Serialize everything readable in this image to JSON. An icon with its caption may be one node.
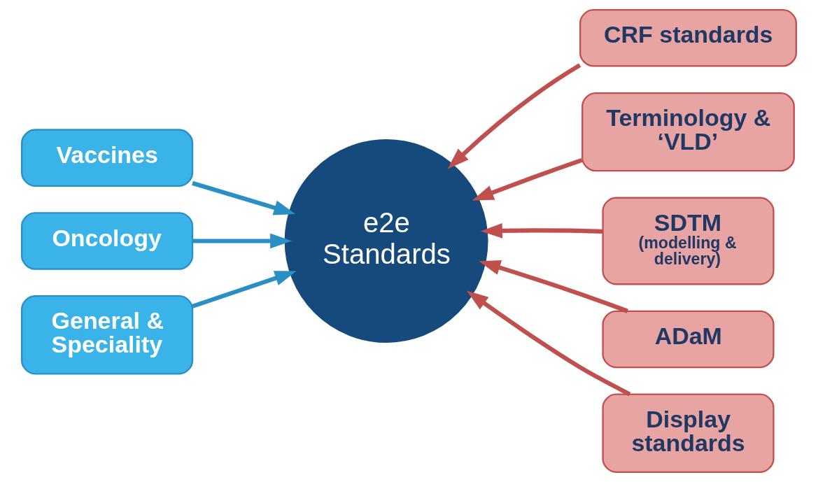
{
  "diagram": {
    "nodes": [
      {
        "text": [
          "Vaccines"
        ]
      },
      {
        "text": [
          "Oncology"
        ]
      },
      {
        "text": [
          "General & Speciality"
        ]
      },
      {
        "text": [
          "e2e Standards"
        ]
      },
      {
        "text": [
          "CRF standards"
        ]
      },
      {
        "text": [
          "Terminology & ‘VLD’"
        ]
      },
      {
        "text": [
          "SDTM",
          "(modelling & delivery)"
        ]
      },
      {
        "text": [
          "ADaM"
        ]
      },
      {
        "text": [
          "Display standards"
        ]
      }
    ],
    "edges": [
      {
        "from": 0,
        "to": 3,
        "arrow": "to",
        "color": "#2a8fc4"
      },
      {
        "from": 1,
        "to": 3,
        "arrow": "to",
        "color": "#2a8fc4"
      },
      {
        "from": 2,
        "to": 3,
        "arrow": "to",
        "color": "#2a8fc4"
      },
      {
        "from": 4,
        "to": 3,
        "arrow": "to"
      },
      {
        "from": 5,
        "to": 3,
        "arrow": "to"
      },
      {
        "from": 6,
        "to": 3,
        "arrow": "to"
      },
      {
        "from": 7,
        "to": 3,
        "arrow": "to"
      },
      {
        "from": 8,
        "to": 3,
        "arrow": "to"
      }
    ]
  }
}
